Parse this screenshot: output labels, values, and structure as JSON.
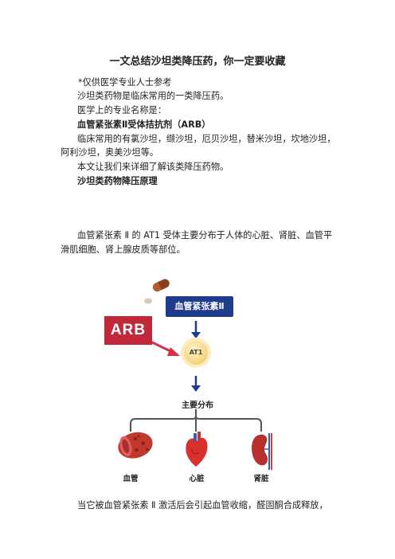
{
  "doc": {
    "title": "一文总结沙坦类降压药，你一定要收藏",
    "paragraphs": [
      "*仅供医学专业人士参考",
      "沙坦类药物是临床常用的一类降压药。",
      "医学上的专业名称是：",
      "血管紧张素Ⅱ受体拮抗剂（ARB）",
      "临床常用的有氯沙坦，缬沙坦，厄贝沙坦，替米沙坦，坎地沙坦，",
      "阿利沙坦，奥美沙坦等。",
      "本文让我们来详细了解该类降压药物。",
      "沙坦类药物降压原理",
      "血管紧张素 Ⅱ 的 AT1 受体主要分布于人体的心脏、肾脏、血管平",
      "滑肌细胞、肾上腺皮质等部位。",
      "当它被血管紧张素 Ⅱ 激活后会引起血管收缩，醛固酮合成释放，"
    ]
  },
  "diagram": {
    "angiotensin_label": "血管紧张素Ⅱ",
    "arb_label": "ARB",
    "receptor_label": "AT1",
    "distribution_label": "主要分布",
    "organs": [
      "血管",
      "心脏",
      "肾脏"
    ],
    "colors": {
      "angiotensin_box": "#1f3b8c",
      "arb_box": "#c3283a",
      "arrow_blue": "#1f3b8c",
      "arrow_red": "#d6304a",
      "branch_gray": "#555555"
    }
  }
}
